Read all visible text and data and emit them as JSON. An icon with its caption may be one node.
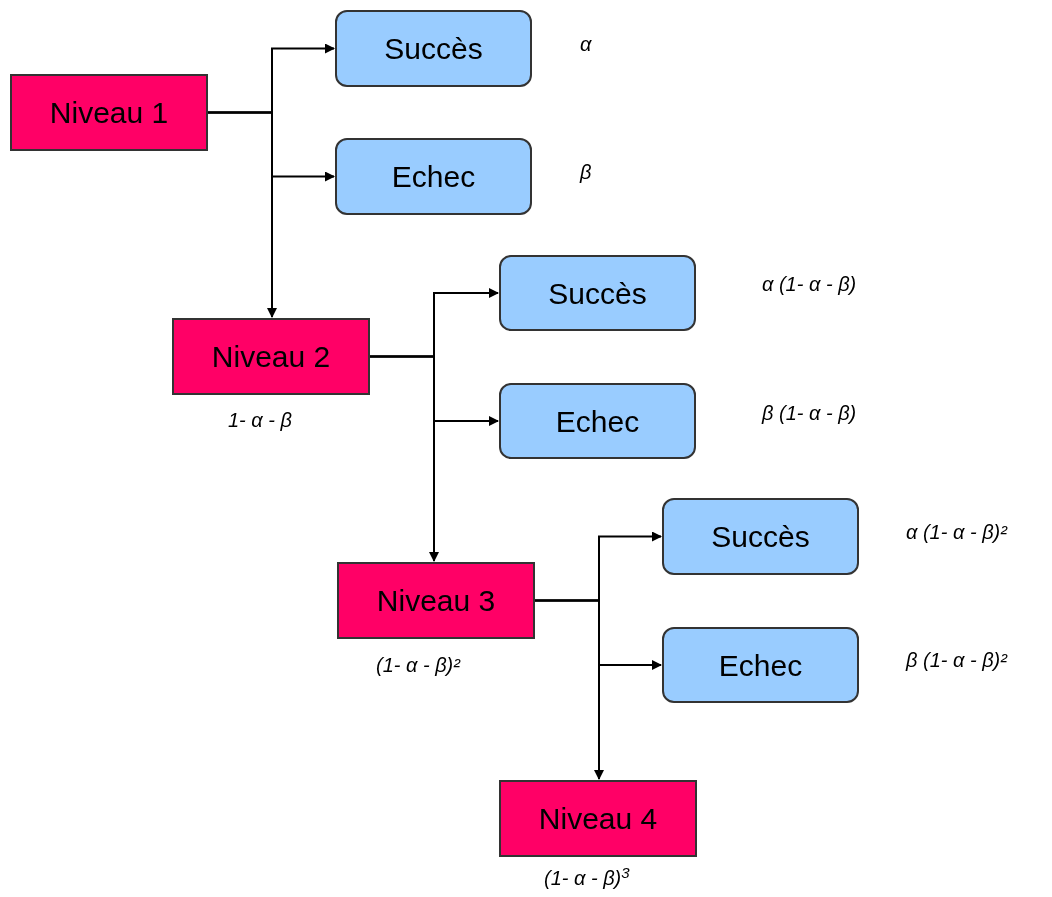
{
  "diagram": {
    "nodes": [
      {
        "text": [
          "Niveau 1"
        ]
      },
      {
        "text": [
          "Succès"
        ],
        "beside": [
          "α"
        ]
      },
      {
        "text": [
          "Echec"
        ],
        "beside": [
          "β"
        ]
      },
      {
        "text": [
          "Niveau 2"
        ],
        "beside": [
          "1- α - β"
        ]
      },
      {
        "text": [
          "Succès"
        ],
        "beside": [
          "α (1- α - β)"
        ]
      },
      {
        "text": [
          "Echec"
        ],
        "beside": [
          "β (1- α - β)"
        ]
      },
      {
        "text": [
          "Niveau 3"
        ],
        "beside": [
          "(1- α - β)²"
        ]
      },
      {
        "text": [
          "Succès"
        ],
        "beside": [
          "α (1- α - β)²"
        ]
      },
      {
        "text": [
          "Echec"
        ],
        "beside": [
          "β (1- α - β)²"
        ]
      },
      {
        "text": [
          "Niveau 4"
        ],
        "beside": [
          "(1- α - β)$^{3}$"
        ]
      }
    ],
    "edges": [
      {
        "from": 0,
        "to": 1,
        "arrow": "to"
      },
      {
        "from": 0,
        "to": 2,
        "arrow": "to"
      },
      {
        "from": 0,
        "to": 3,
        "arrow": "to"
      },
      {
        "from": 3,
        "to": 4,
        "arrow": "to"
      },
      {
        "from": 3,
        "to": 5,
        "arrow": "to"
      },
      {
        "from": 3,
        "to": 6,
        "arrow": "to"
      },
      {
        "from": 6,
        "to": 7,
        "arrow": "to"
      },
      {
        "from": 6,
        "to": 8,
        "arrow": "to"
      },
      {
        "from": 6,
        "to": 9,
        "arrow": "to"
      }
    ]
  }
}
